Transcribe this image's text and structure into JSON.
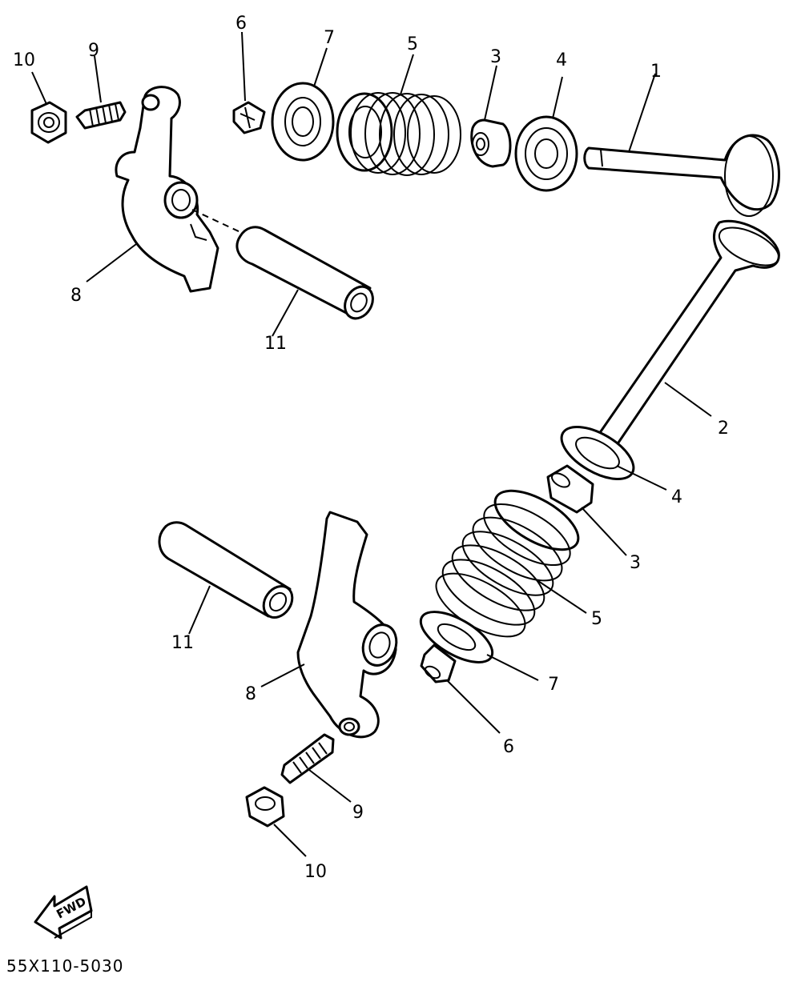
{
  "diagram": {
    "part_code": "55X110-5030",
    "fwd_text": "FWD",
    "labels": [
      {
        "id": "1",
        "text": "1"
      },
      {
        "id": "2",
        "text": "2"
      },
      {
        "id": "3a",
        "text": "3"
      },
      {
        "id": "3b",
        "text": "3"
      },
      {
        "id": "4a",
        "text": "4"
      },
      {
        "id": "4b",
        "text": "4"
      },
      {
        "id": "5a",
        "text": "5"
      },
      {
        "id": "5b",
        "text": "5"
      },
      {
        "id": "6a",
        "text": "6"
      },
      {
        "id": "6b",
        "text": "6"
      },
      {
        "id": "7a",
        "text": "7"
      },
      {
        "id": "7b",
        "text": "7"
      },
      {
        "id": "8a",
        "text": "8"
      },
      {
        "id": "8b",
        "text": "8"
      },
      {
        "id": "9a",
        "text": "9"
      },
      {
        "id": "9b",
        "text": "9"
      },
      {
        "id": "10a",
        "text": "10"
      },
      {
        "id": "10b",
        "text": "10"
      },
      {
        "id": "11a",
        "text": "11"
      },
      {
        "id": "11b",
        "text": "11"
      }
    ]
  }
}
